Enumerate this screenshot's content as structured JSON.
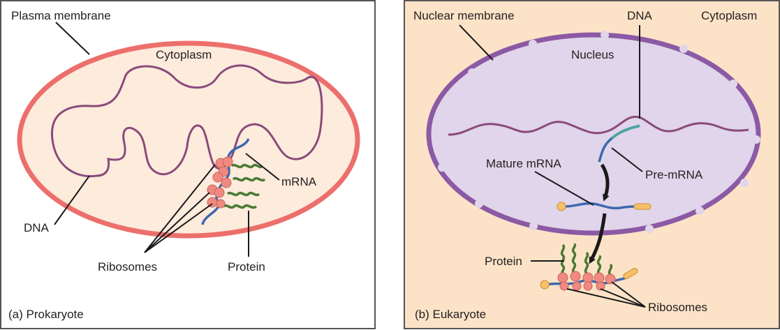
{
  "panel_a": {
    "caption": "(a) Prokaryote",
    "labels": {
      "plasma_membrane": "Plasma membrane",
      "cytoplasm": "Cytoplasm",
      "dna": "DNA",
      "mrna": "mRNA",
      "ribosomes": "Ribosomes",
      "protein": "Protein"
    }
  },
  "panel_b": {
    "caption": "(b) Eukaryote",
    "labels": {
      "nuclear_membrane": "Nuclear membrane",
      "dna": "DNA",
      "cytoplasm": "Cytoplasm",
      "nucleus": "Nucleus",
      "mature_mrna": "Mature mRNA",
      "pre_mrna": "Pre-mRNA",
      "protein": "Protein",
      "ribosomes": "Ribosomes"
    }
  },
  "colors": {
    "panel_a_bg": "#ffffff",
    "prokaryote_cytoplasm": "#fdebdc",
    "plasma_membrane": "#ec6f6c",
    "panel_b_bg": "#fce3c8",
    "nucleus_fill": "#e0d5ea",
    "nuclear_membrane": "#8c5aa5",
    "dna": "#8a4a7a",
    "mrna": "#3d68b0",
    "pre_mrna_tip": "#4aa6a0",
    "ribosome": "#f08a80",
    "protein": "#4a7a34",
    "cap": "#f6c06a",
    "frame": "#555555"
  }
}
